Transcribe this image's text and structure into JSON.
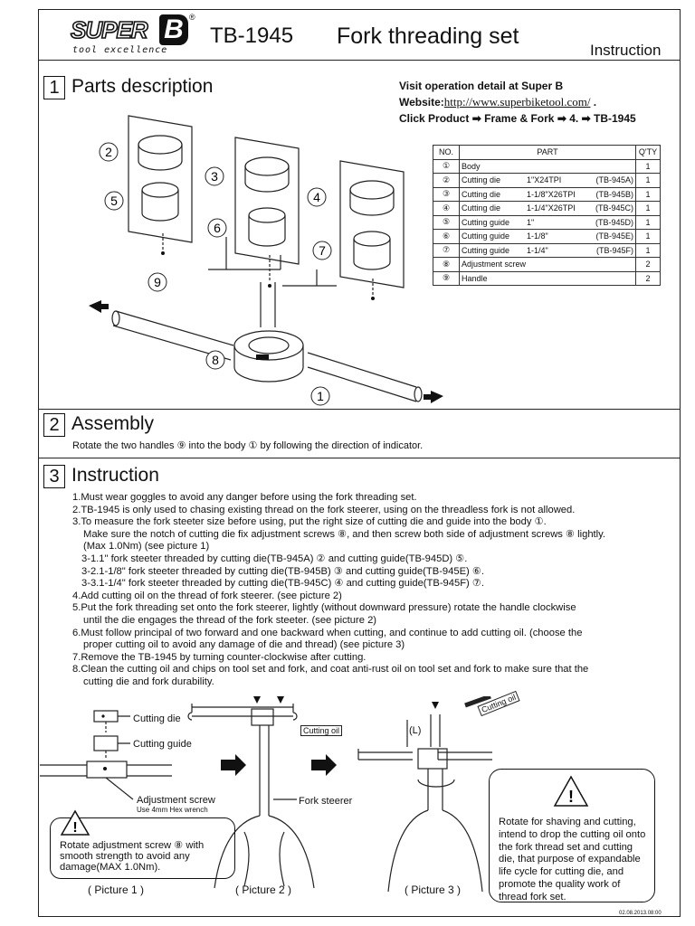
{
  "header": {
    "logo_word": "SUPER",
    "logo_b": "B",
    "logo_reg": "®",
    "tagline": "tool excellence",
    "model": "TB-1945",
    "title": "Fork threading set",
    "instruction": "Instruction"
  },
  "section1": {
    "number": "1",
    "title": "Parts description",
    "visit_line1": "Visit operation detail at Super B",
    "visit_line2_prefix": "Website:",
    "visit_url": "http://www.superbiketool.com/",
    "visit_line2_suffix": " .",
    "click_prefix": "Click Product",
    "click_a": "Frame & Fork",
    "click_b": "4.",
    "click_c": "TB-1945",
    "diagram_numbers": [
      "2",
      "5",
      "3",
      "6",
      "4",
      "7",
      "9",
      "8",
      "1"
    ],
    "table": {
      "headers": [
        "NO.",
        "PART",
        "Q'TY"
      ],
      "rows": [
        {
          "no": "①",
          "name": "Body",
          "spec": "",
          "code": "",
          "qty": "1"
        },
        {
          "no": "②",
          "name": "Cutting die",
          "spec": "1\"X24TPI",
          "code": "(TB-945A)",
          "qty": "1"
        },
        {
          "no": "③",
          "name": "Cutting die",
          "spec": "1-1/8\"X26TPI",
          "code": "(TB-945B)",
          "qty": "1"
        },
        {
          "no": "④",
          "name": "Cutting die",
          "spec": "1-1/4\"X26TPI",
          "code": "(TB-945C)",
          "qty": "1"
        },
        {
          "no": "⑤",
          "name": "Cutting guide",
          "spec": "1\"",
          "code": "(TB-945D)",
          "qty": "1"
        },
        {
          "no": "⑥",
          "name": "Cutting guide",
          "spec": "1-1/8\"",
          "code": "(TB-945E)",
          "qty": "1"
        },
        {
          "no": "⑦",
          "name": "Cutting guide",
          "spec": "1-1/4\"",
          "code": "(TB-945F)",
          "qty": "1"
        },
        {
          "no": "⑧",
          "name": "Adjustment screw",
          "spec": "",
          "code": "",
          "qty": "2"
        },
        {
          "no": "⑨",
          "name": "Handle",
          "spec": "",
          "code": "",
          "qty": "2"
        }
      ]
    }
  },
  "section2": {
    "number": "2",
    "title": "Assembly",
    "text": "Rotate the two handles ⑨ into the body ① by following the direction of indicator."
  },
  "section3": {
    "number": "3",
    "title": "Instruction",
    "steps": [
      "1.Must wear goggles to avoid any danger before using the fork threading set.",
      "2.TB-1945 is only used to chasing existing thread on the fork steerer, using on the threadless fork is not allowed.",
      "3.To measure the fork steeter size before using, put the right size of cutting die and guide into the body ①.",
      "Make sure the notch of cutting die fix adjustment screws ⑧, and then screw both side of adjustment screws ⑧ lightly.",
      "(Max 1.0Nm) (see picture 1)",
      "3-1.1\" fork steeter threaded by cutting die(TB-945A) ② and cutting guide(TB-945D) ⑤.",
      "3-2.1-1/8\" fork steeter threaded by cutting die(TB-945B) ③ and cutting guide(TB-945E) ⑥.",
      "3-3.1-1/4\" fork steeter threaded by cutting die(TB-945C) ④ and cutting guide(TB-945F) ⑦.",
      "4.Add cutting oil on the thread of fork steerer. (see picture 2)",
      "5.Put the fork threading set onto the fork steerer, lightly (without downward pressure) rotate the handle clockwise",
      "until the die engages the thread of the fork steeter. (see picture 2)",
      "6.Must follow principal of  two forward and one backward when cutting, and continue to add cutting oil. (choose the",
      "proper cutting oil to avoid any damage of die and thread) (see picture 3)",
      "7.Remove the  TB-1945 by turning counter-clockwise after cutting.",
      "8.Clean the cutting oil and chips on tool set and fork, and coat anti-rust oil on tool set and fork to make sure that the",
      "cutting die and fork durability."
    ]
  },
  "pictures": {
    "cutting_die": "Cutting die",
    "cutting_guide": "Cutting guide",
    "adjustment_screw": "Adjustment screw",
    "hex_note": "Use 4mm Hex wrench",
    "fork_steerer": "Fork steerer",
    "cutting_oil": "Cutting oil",
    "cutting_oil_2": "Cutting oil",
    "length_label": "(L)",
    "warning1": "Rotate adjustment screw ⑧ with smooth strength to avoid any damage(MAX 1.0Nm).",
    "warning3": "Rotate for shaving and cutting, intend to drop the cutting oil onto the fork thread set and cutting die, that purpose of expandable life cycle for cutting die, and promote the quality work of thread fork set.",
    "caption1": "( Picture 1 )",
    "caption2": "( Picture 2 )",
    "caption3": "( Picture 3 )",
    "doc_code": "02.08.2013.08:00"
  }
}
